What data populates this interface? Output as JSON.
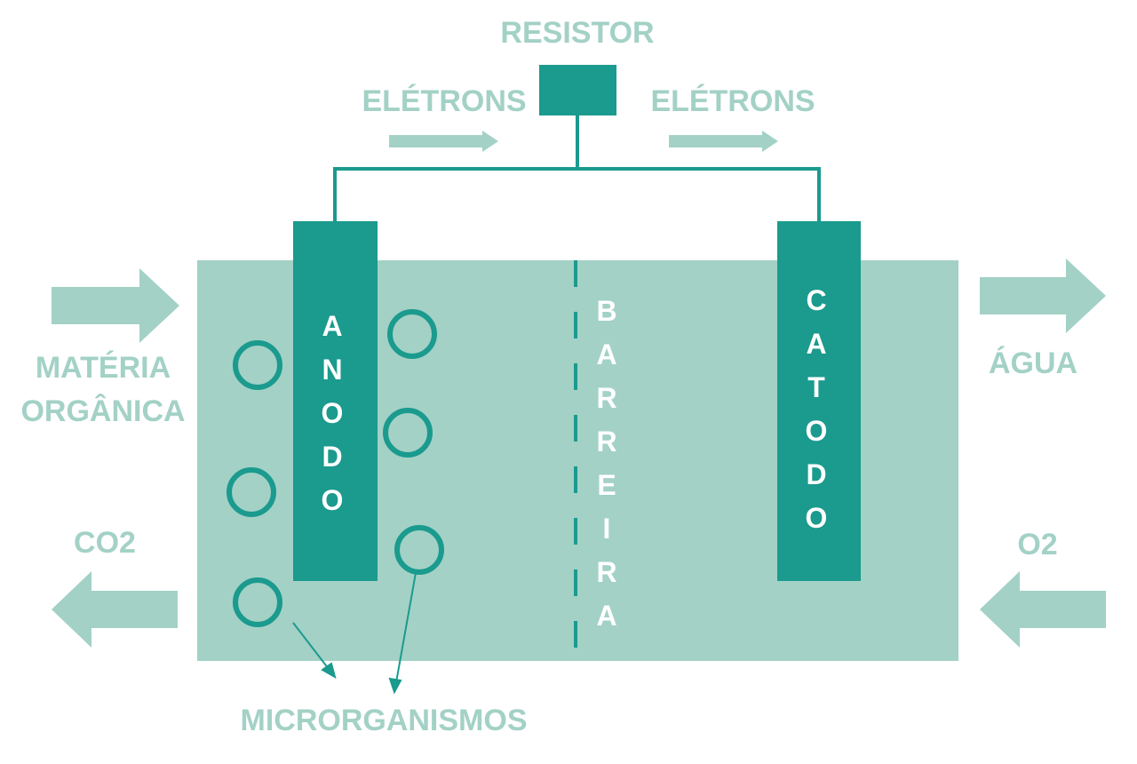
{
  "colors": {
    "dark": "#1b9a8e",
    "light": "#a3d1c6",
    "background": "#ffffff"
  },
  "labels": {
    "resistor": "RESISTOR",
    "electrons_left": "ELÉTRONS",
    "electrons_right": "ELÉTRONS",
    "organic_matter_line1": "MATÉRIA",
    "organic_matter_line2": "ORGÂNICA",
    "co2": "CO2",
    "water": "ÁGUA",
    "o2": "O2",
    "microorganisms": "MICRORGANISMOS"
  },
  "anode": {
    "letters": [
      "A",
      "N",
      "O",
      "D",
      "O"
    ]
  },
  "cathode": {
    "letters": [
      "C",
      "A",
      "T",
      "O",
      "D",
      "O"
    ]
  },
  "barrier": {
    "letters": [
      "B",
      "A",
      "R",
      "R",
      "E",
      "I",
      "R",
      "A"
    ]
  }
}
